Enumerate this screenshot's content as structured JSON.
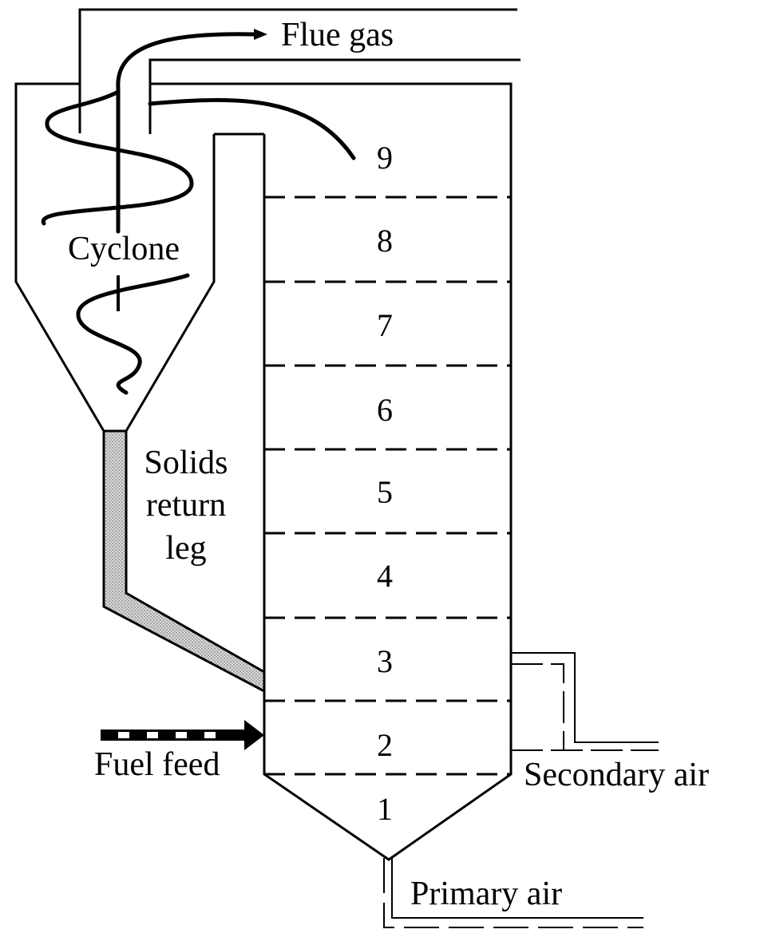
{
  "diagram": {
    "labels": {
      "flue_gas": "Flue gas",
      "cyclone": "Cyclone",
      "solids_line1": "Solids",
      "solids_line2": "return",
      "solids_line3": "leg",
      "fuel_feed": "Fuel feed",
      "secondary_air": "Secondary air",
      "primary_air": "Primary air"
    },
    "zones": [
      "1",
      "2",
      "3",
      "4",
      "5",
      "6",
      "7",
      "8",
      "9"
    ],
    "colors": {
      "line": "#000000",
      "background": "#ffffff",
      "return_leg_fill": "#d6d6d6"
    }
  }
}
